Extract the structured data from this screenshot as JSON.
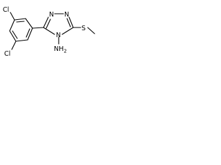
{
  "molecule": {
    "atom_labels": {
      "cl_top": "Cl",
      "cl_bottom": "Cl",
      "n_ring_top_left": "N",
      "n_ring_top_right": "N",
      "n_ring_bottom": "N",
      "nh2_label": "NH",
      "nh2_subscript": "2",
      "sulfur": "S"
    }
  }
}
